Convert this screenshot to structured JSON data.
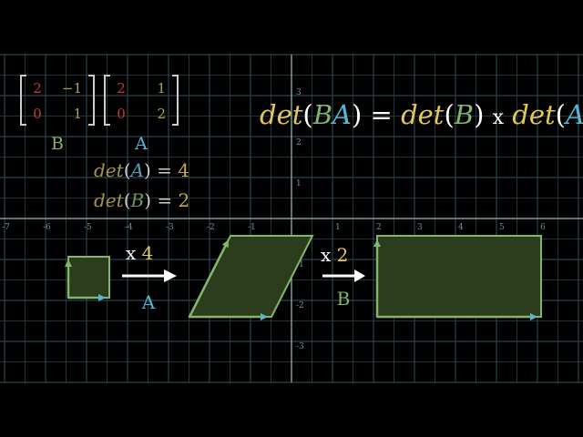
{
  "colors": {
    "background": "#000000",
    "grid": "#29434b",
    "axis": "#7f9aa0",
    "yellow": "#e6c85a",
    "green": "#83b66b",
    "teal": "#58b6d2",
    "red": "#c23a3f",
    "white": "#ffffff",
    "shape_fill": "#2b3d1c"
  },
  "axes": {
    "x_ticks": [
      "-7",
      "-6",
      "-5",
      "-4",
      "-3",
      "-2",
      "-1",
      "1",
      "2",
      "3",
      "4",
      "5",
      "6"
    ],
    "y_ticks": [
      "3",
      "2",
      "1",
      "-1",
      "-2",
      "-3"
    ]
  },
  "matrices": {
    "B": {
      "label": "B",
      "cells": [
        "2",
        "−1",
        "0",
        "1"
      ]
    },
    "A": {
      "label": "A",
      "cells": [
        "2",
        "1",
        "0",
        "2"
      ]
    }
  },
  "determinants": {
    "det_word": "det",
    "A_value": "4",
    "B_value": "2"
  },
  "equation": {
    "lhs_det": "det",
    "lhs_B": "B",
    "lhs_A": "A",
    "equals": "=",
    "rhs_det1": "det",
    "rhs_B": "B",
    "times": "x",
    "rhs_det2": "det",
    "rhs_A": "A"
  },
  "steps": [
    {
      "times": "x",
      "factor": "4",
      "matrix": "A"
    },
    {
      "times": "x",
      "factor": "2",
      "matrix": "B"
    }
  ]
}
